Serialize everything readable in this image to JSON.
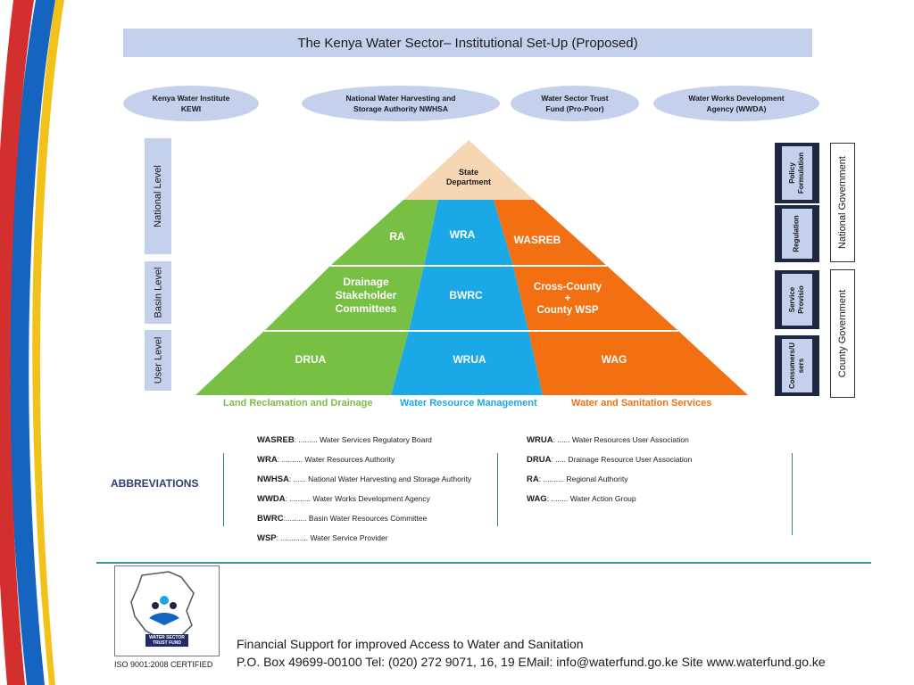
{
  "title": "The Kenya Water Sector– Institutional Set-Up (Proposed)",
  "ovals": [
    {
      "label": "Kenya Water Institute\nKEWI"
    },
    {
      "label": "National Water Harvesting and\nStorage Authority    NWHSA"
    },
    {
      "label": "Water Sector Trust\nFund (Pro-Poor)"
    },
    {
      "label": "Water Works Development\nAgency (WWDA)"
    }
  ],
  "levels": {
    "national": "National Level",
    "basin": "Basin Level",
    "user": "User Level"
  },
  "pyramid": {
    "top": "State\nDepartment",
    "ra": "RA",
    "wra": "WRA",
    "wasreb": "WASREB",
    "drainage": "Drainage\nStakeholder\nCommittees",
    "bwrc": "BWRC",
    "cross_county": "Cross-County\n+\nCounty WSP",
    "drua": "DRUA",
    "wrua": "WRUA",
    "wag": "WAG"
  },
  "column_labels": {
    "land": "Land Reclamation and Drainage",
    "water_resource": "Water Resource Management",
    "sanitation": "Water and Sanitation Services"
  },
  "functions": {
    "policy": "Policy\nFormulation",
    "regulation": "Regulation",
    "service": "Service\nProvisio",
    "consumers": "Consumers/U\nsers"
  },
  "governments": {
    "national": "National Government",
    "county": "County Government"
  },
  "abbreviations": {
    "heading": "ABBREVIATIONS",
    "left": [
      {
        "abbr": "WASREB",
        "dots": ": .........",
        "desc": "Water Services Regulatory Board"
      },
      {
        "abbr": "WRA",
        "dots": ": ..........",
        "desc": "Water Resources Authority"
      },
      {
        "abbr": "NWHSA",
        "dots": ": ......",
        "desc": "National Water Harvesting and Storage Authority"
      },
      {
        "abbr": "WWDA",
        "dots": ": ..........",
        "desc": "Water Works Development Agency"
      },
      {
        "abbr": "BWRC",
        "dots": ":..........",
        "desc": "Basin Water Resources Committee"
      },
      {
        "abbr": "WSP",
        "dots": ": .............",
        "desc": "Water Service Provider"
      }
    ],
    "right": [
      {
        "abbr": "WRUA",
        "dots": ": ......",
        "desc": "Water Resources User Association"
      },
      {
        "abbr": "DRUA",
        "dots": ": .....",
        "desc": "Drainage Resource User Association"
      },
      {
        "abbr": "RA",
        "dots": ": ..........",
        "desc": "Regional Authority"
      },
      {
        "abbr": "WAG",
        "dots": ": ........",
        "desc": "Water Action Group"
      }
    ]
  },
  "logo": {
    "text": "WATER SECTOR\nTRUST FUND"
  },
  "iso": "ISO 9001:2008 CERTIFIED",
  "footer": {
    "line1": "Financial Support for improved Access to Water and Sanitation",
    "line2": "P.O. Box 49699-00100 Tel: (020) 272 9071, 16, 19 EMail: info@waterfund.go.ke Site www.waterfund.go.ke"
  },
  "colors": {
    "green": "#77c043",
    "blue": "#1ba8e6",
    "orange": "#f26f12",
    "top": "#f7d6b3",
    "panel": "#c5d0ec"
  }
}
